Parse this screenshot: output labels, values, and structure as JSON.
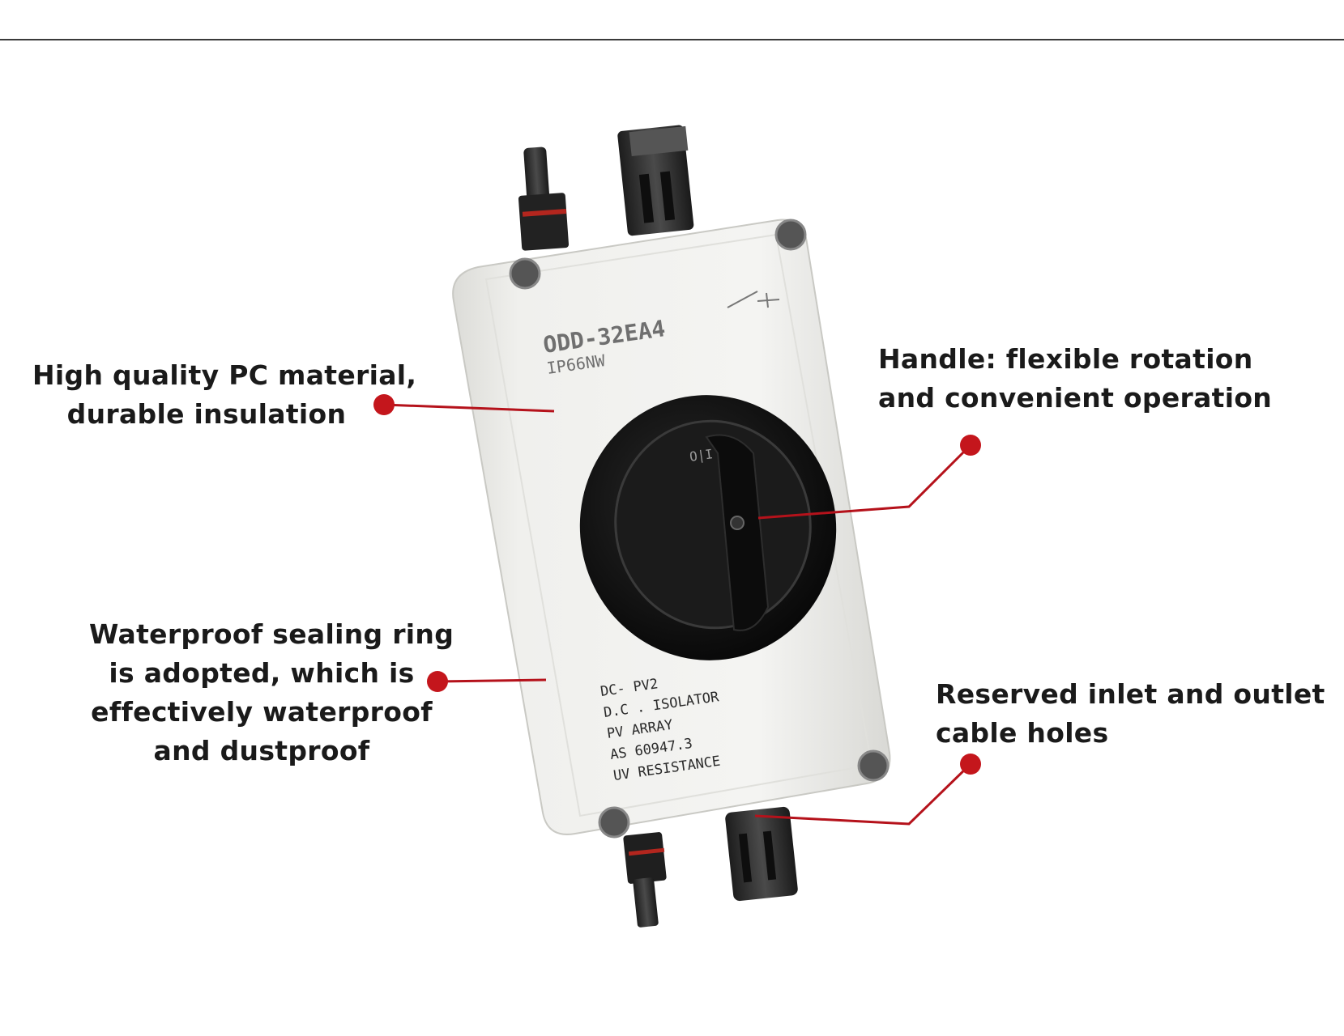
{
  "callouts": {
    "material": [
      "High quality PC material,",
      "durable insulation"
    ],
    "handle": [
      "Handle: flexible rotation",
      "and convenient operation"
    ],
    "seal": [
      "Waterproof sealing ring",
      "is adopted, which is",
      "effectively waterproof",
      "and dustproof"
    ],
    "holes": [
      "Reserved inlet and outlet",
      "cable holes"
    ]
  },
  "device": {
    "model": "ODD-32EA4",
    "rating": "IP66NW",
    "dial_mark": "O|I",
    "panel_text": [
      "DC- PV2",
      "D.C . ISOLATOR",
      "PV ARRAY",
      "AS 60947.3",
      "UV RESISTANCE"
    ]
  },
  "colors": {
    "leader": "#b5121b",
    "housing": "#ecece9",
    "knob": "#141414"
  }
}
